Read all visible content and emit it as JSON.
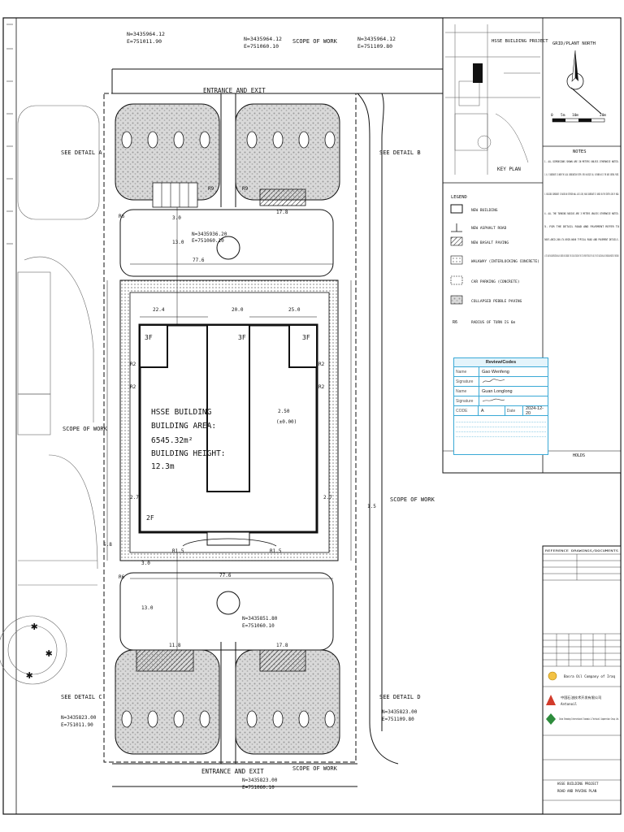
{
  "plan": {
    "building_title_1": "HSSE BUILDING",
    "building_title_2": "BUILDING AREA:",
    "building_area": "6545.32m²",
    "building_height_label": "BUILDING HEIGHT:",
    "building_height": "12.3m",
    "floor_3f": "3F",
    "floor_2f": "2F",
    "elev_top": "2.50",
    "elev_bottom": "(±0.00)",
    "entrance_top": "ENTRANCE AND EXIT",
    "entrance_bottom": "ENTRANCE AND EXIT",
    "scope_of_work": "SCOPE OF WORK",
    "see_detail_a": "SEE DETAIL A",
    "see_detail_b": "SEE DETAIL B",
    "see_detail_c": "SEE DETAIL C",
    "see_detail_d": "SEE DETAIL D",
    "coord_1_n": "N=3435964.12",
    "coord_1_e": "E=751011.90",
    "coord_2_n": "N=3435964.12",
    "coord_2_e": "E=751060.10",
    "coord_3_n": "N=3435964.12",
    "coord_3_e": "E=751109.80",
    "coord_4_n": "N=3435936.20",
    "coord_4_e": "E=751060.10",
    "coord_5_n": "N=3435851.80",
    "coord_5_e": "E=751060.10",
    "coord_6_n": "N=3435823.00",
    "coord_6_e": "E=751011.90",
    "coord_7_n": "N=3435823.00",
    "coord_7_e": "E=751109.80",
    "coord_8_n": "N=3435823.00",
    "coord_8_e": "E=751060.10",
    "dim_77_6": "77.6",
    "dim_22_4": "22.4",
    "dim_20_0": "20.0",
    "dim_25_0": "25.0",
    "dim_13_0": "13.0",
    "dim_3_0": "3.0",
    "dim_17_8": "17.8",
    "dim_11_8": "11.8",
    "dim_r1_5": "R1.5",
    "dim_r2": "R2",
    "dim_r6": "R6",
    "dim_r9": "R9",
    "dim_2_7": "2.7",
    "dim_1_5": "1.5",
    "dim_5_8": "5.8"
  },
  "key_plan": {
    "project_label": "HSSE BUILDING PROJECT",
    "title": "KEY PLAN"
  },
  "north": {
    "label": "GRID/PLANT NORTH",
    "scale_0": "0",
    "scale_5": "5m",
    "scale_10": "10m",
    "scale_20": "20m"
  },
  "notes": {
    "title": "NOTES",
    "items": [
      "1. ALL DIMENSIONS SHOWN ARE IN METERS UNLESS OTHERWISE NOTED.",
      "2. N, E COORDINATE IS UNDER THE LOCAL COORDINATION SYSTEM. SP01 N=3435227.00, E=750889.00 IS THE BASE CONTROL POINT.",
      "3. BUILDING COORDINATE IS BASED ON EXTERIOR WALL AXIS LINE, ROAD COORDINATE IS BASED ON THE CENTER LINE OF ROAD.",
      "4. ALL THE TURNING RADIUS ARE 3 METERS UNLESS OTHERWISE NOTED.",
      "5. FOR THE DETAIL ROAD AND PAVEMENT REFER TO",
      "5007-ABCD-200-CV-KEGB-0006 TYPICAL ROAD AND PAVEMENT DETAILS.",
      "6. SITE LAYOUT AND CONSTRUCTION SHALL BE CARRIED OUT ACCORDING TO THE ACTUAL SITUATION OF THE SITE. BEFORE PUTTING OUT THE LINE, THE SITE LOCATION SHALL BE CHECKED AND MODIFIED IF NECESSARY."
    ],
    "holds": "HOLDS"
  },
  "legend": {
    "title": "LEGEND",
    "items": [
      "NEW BUILDING",
      "NEW ASPHALT ROAD",
      "NEW BASALT PAVING",
      "WALKWAY (INTERLOCKING CONCRETE)",
      "CAR PARKING (CONCRETE)",
      "COLLAPSED PEBBLE PAVING",
      "RADIUS OF TURN IS 6m"
    ],
    "radius_symbol": "R6"
  },
  "review": {
    "header": "Review/Codes",
    "rows": [
      {
        "k": "Name",
        "v": "Gao Wenfeng"
      },
      {
        "k": "Signature",
        "v": ""
      },
      {
        "k": "Name",
        "v": "Guan Longlong"
      },
      {
        "k": "Signature",
        "v": ""
      },
      {
        "k": "CODE",
        "v": "A"
      }
    ],
    "date_label": "Date",
    "date": "2024-12-20"
  },
  "titleblock": {
    "reference_header": "REFERENCE DRAWINGS/DOCUMENTS",
    "client": "Basra Oil Company of Iraq",
    "company_1": "中国石油技术开发有限公司",
    "company_1_en": "Antonoil",
    "company_2": "China Shandong International Economic & Technical Cooperation Group Ltd.",
    "project": "HSSE BUILDING PROJECT",
    "drawing_title": "ROAD AND PAVING PLAN"
  },
  "colors": {
    "line": "#111111",
    "paving": "#cfcfcf",
    "review_border": "#3aa9d6"
  }
}
